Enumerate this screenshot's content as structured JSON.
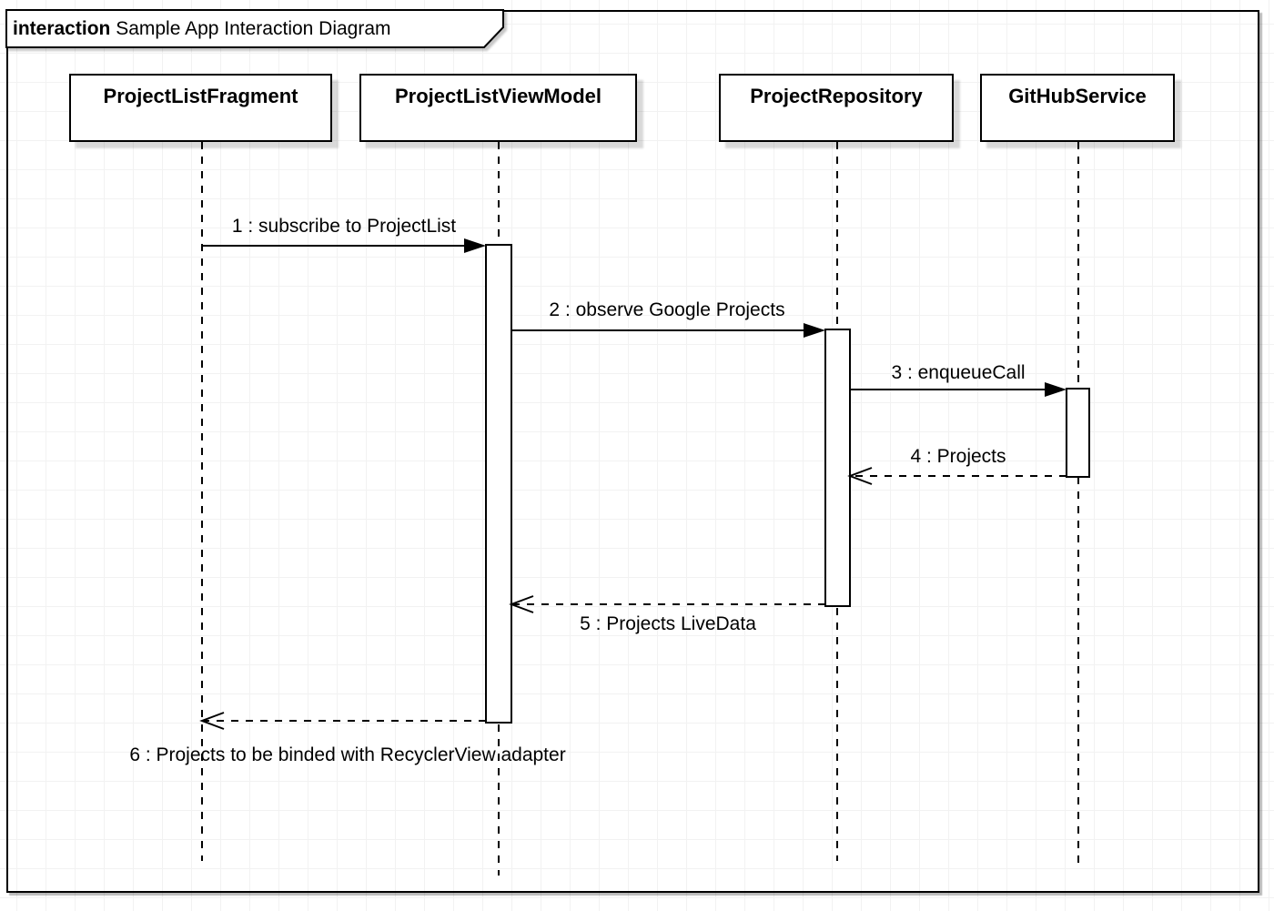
{
  "title": {
    "keyword": "interaction",
    "text": "Sample App Interaction Diagram"
  },
  "colors": {
    "stroke": "#000000",
    "fill": "#ffffff",
    "grid": "#f2f2f2"
  },
  "actors": [
    {
      "name": "ProjectListFragment"
    },
    {
      "name": "ProjectListViewModel"
    },
    {
      "name": "ProjectRepository"
    },
    {
      "name": "GitHubService"
    }
  ],
  "messages": [
    {
      "num": 1,
      "label": "1 : subscribe to ProjectList",
      "from": "ProjectListFragment",
      "to": "ProjectListViewModel",
      "kind": "sync"
    },
    {
      "num": 2,
      "label": "2 : observe Google Projects",
      "from": "ProjectListViewModel",
      "to": "ProjectRepository",
      "kind": "sync"
    },
    {
      "num": 3,
      "label": "3 : enqueueCall",
      "from": "ProjectRepository",
      "to": "GitHubService",
      "kind": "sync"
    },
    {
      "num": 4,
      "label": "4 : Projects",
      "from": "GitHubService",
      "to": "ProjectRepository",
      "kind": "return"
    },
    {
      "num": 5,
      "label": "5 : Projects LiveData",
      "from": "ProjectRepository",
      "to": "ProjectListViewModel",
      "kind": "return"
    },
    {
      "num": 6,
      "label": "6 : Projects to be binded with RecyclerView adapter",
      "from": "ProjectListViewModel",
      "to": "ProjectListFragment",
      "kind": "return"
    }
  ]
}
